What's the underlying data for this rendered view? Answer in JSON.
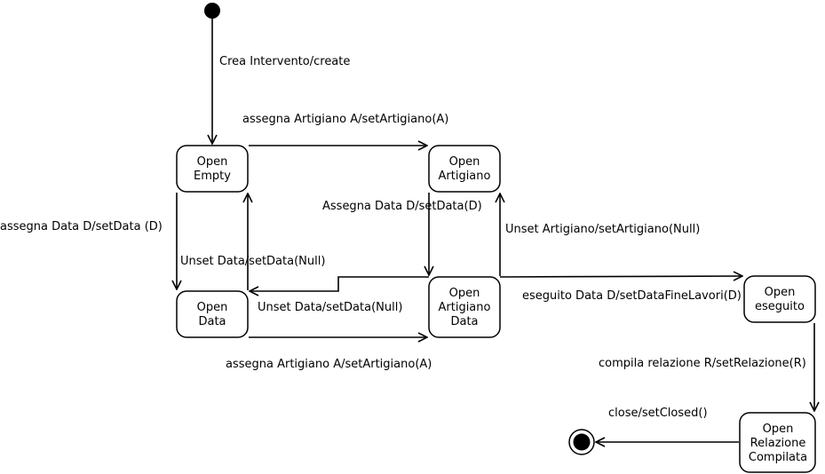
{
  "states": {
    "open_empty": [
      "Open",
      "Empty"
    ],
    "open_artigiano": [
      "Open",
      "Artigiano"
    ],
    "open_data": [
      "Open",
      "Data"
    ],
    "open_artigiano_data": [
      "Open",
      "Artigiano",
      "Data"
    ],
    "open_eseguito": [
      "Open",
      "eseguito"
    ],
    "open_relazione_compilata": [
      "Open",
      "Relazione",
      "Compilata"
    ]
  },
  "transitions": {
    "create": "Crea Intervento/create",
    "empty_to_artigiano": "assegna Artigiano A/setArtigiano(A)",
    "empty_to_data": "assegna Data D/setData (D)",
    "artigiano_to_artigiano_data": "Assegna Data D/setData(D)",
    "artigiano_data_to_artigiano": "Unset Artigiano/setArtigiano(Null)",
    "data_to_empty": "Unset Data/setData(Null)",
    "artigiano_data_to_data": "Unset Data/setData(Null)",
    "data_to_artigiano_data": "assegna Artigiano A/setArtigiano(A)",
    "artigiano_data_to_eseguito": "eseguito Data D/setDataFineLavori(D)",
    "eseguito_to_relazione": "compila relazione R/setRelazione(R)",
    "close": "close/setClosed()"
  }
}
